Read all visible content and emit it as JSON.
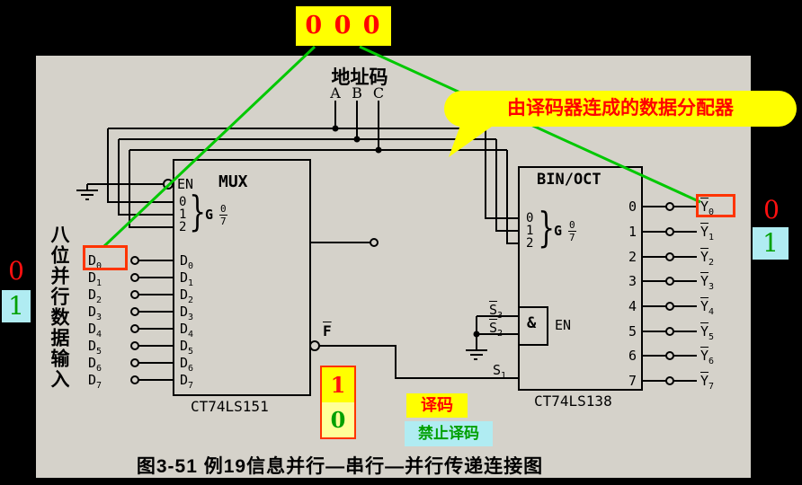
{
  "top_box": {
    "value": "0 0 0"
  },
  "address": {
    "label": "地址码",
    "bits": [
      "A",
      "B",
      "C"
    ]
  },
  "bubble": {
    "text": "由译码器连成的数据分配器"
  },
  "left_side": {
    "vertical_label": "八位并行数据输入",
    "value_top": "0",
    "value_bottom": "1"
  },
  "right_side": {
    "value_top": "0",
    "value_bottom": "1"
  },
  "serial_box": {
    "value_top": "1",
    "value_bottom": "0"
  },
  "status": {
    "decode": "译码",
    "inhibit": "禁止译码"
  },
  "caption": "图3-51 例19信息并行—串行—并行传递连接图",
  "mux": {
    "en": "EN",
    "title": "MUX",
    "brace": "}",
    "sel": [
      "0",
      "1",
      "2"
    ],
    "g": "G",
    "g_top": "0",
    "g_bottom": "7",
    "inputs": [
      {
        "base": "D",
        "sub": "0"
      },
      {
        "base": "D",
        "sub": "1"
      },
      {
        "base": "D",
        "sub": "2"
      },
      {
        "base": "D",
        "sub": "3"
      },
      {
        "base": "D",
        "sub": "4"
      },
      {
        "base": "D",
        "sub": "5"
      },
      {
        "base": "D",
        "sub": "6"
      },
      {
        "base": "D",
        "sub": "7"
      }
    ],
    "output": {
      "base": "F"
    },
    "chip_name": "CT74LS151"
  },
  "decoder": {
    "title": "BIN/OCT",
    "brace": "}",
    "sel": [
      "0",
      "1",
      "2"
    ],
    "g": "G",
    "g_top": "0",
    "g_bottom": "7",
    "and_label": "&",
    "en": "EN",
    "enables": {
      "s3": {
        "base": "S",
        "sub": "3"
      },
      "s2": {
        "base": "S",
        "sub": "2"
      },
      "s1": {
        "base": "S",
        "sub": "1"
      }
    },
    "output_numbers": [
      "0",
      "1",
      "2",
      "3",
      "4",
      "5",
      "6",
      "7"
    ],
    "outputs": [
      {
        "base": "Y",
        "sub": "0"
      },
      {
        "base": "Y",
        "sub": "1"
      },
      {
        "base": "Y",
        "sub": "2"
      },
      {
        "base": "Y",
        "sub": "3"
      },
      {
        "base": "Y",
        "sub": "4"
      },
      {
        "base": "Y",
        "sub": "5"
      },
      {
        "base": "Y",
        "sub": "6"
      },
      {
        "base": "Y",
        "sub": "7"
      }
    ],
    "chip_name": "CT74LS138"
  },
  "colors": {
    "page_bg": "#000000",
    "panel_bg": "#d5d2ca",
    "accent_yellow": "#ffff00",
    "highlight_border": "#ff3400",
    "annotation_green": "#00c800",
    "value_red": "#ff1010",
    "value_green": "#00a000",
    "cyan_bg": "#b0ecf2"
  }
}
